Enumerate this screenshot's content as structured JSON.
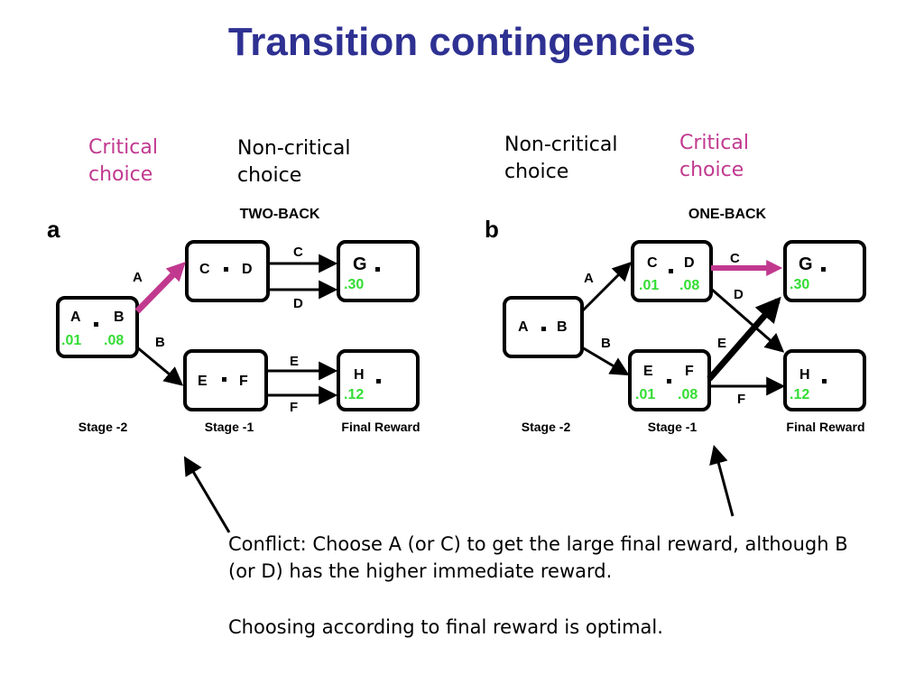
{
  "title": "Transition contingencies",
  "labels": {
    "left_critical": [
      "Critical",
      "choice"
    ],
    "left_noncritical": [
      "Non-critical",
      "choice"
    ],
    "right_noncritical": [
      "Non-critical",
      "choice"
    ],
    "right_critical": [
      "Critical",
      "choice"
    ]
  },
  "colors": {
    "title": "#2e3192",
    "critical": "#c1398f",
    "reward": "#33dd33"
  },
  "panel_a": {
    "letter": "a",
    "heading": "TWO-BACK",
    "box_ab": {
      "left": "A",
      "right": "B",
      "left_value": ".01",
      "right_value": ".08"
    },
    "box_cd": {
      "left": "C",
      "right": "D"
    },
    "box_ef": {
      "left": "E",
      "right": "F"
    },
    "box_g": {
      "label": "G",
      "value": ".30"
    },
    "box_h": {
      "label": "H",
      "value": ".12"
    },
    "arrow_labels": {
      "a": "A",
      "b": "B",
      "c": "C",
      "d": "D",
      "e": "E",
      "f": "F"
    },
    "stages": {
      "s2": "Stage -2",
      "s1": "Stage -1",
      "final": "Final Reward"
    }
  },
  "panel_b": {
    "letter": "b",
    "heading": "ONE-BACK",
    "box_ab": {
      "left": "A",
      "right": "B"
    },
    "box_cd": {
      "left": "C",
      "right": "D",
      "left_value": ".01",
      "right_value": ".08"
    },
    "box_ef": {
      "left": "E",
      "right": "F",
      "left_value": ".01",
      "right_value": ".08"
    },
    "box_g": {
      "label": "G",
      "value": ".30"
    },
    "box_h": {
      "label": "H",
      "value": ".12"
    },
    "arrow_labels": {
      "a": "A",
      "b": "B",
      "c": "C",
      "d": "D",
      "e": "E",
      "f": "F"
    },
    "stages": {
      "s2": "Stage -2",
      "s1": "Stage -1",
      "final": "Final Reward"
    }
  },
  "note": {
    "line1": "Conflict: Choose A (or C) to get the large final reward, although B (or D) has the higher immediate reward.",
    "line2": "Choosing according to final reward is optimal."
  }
}
